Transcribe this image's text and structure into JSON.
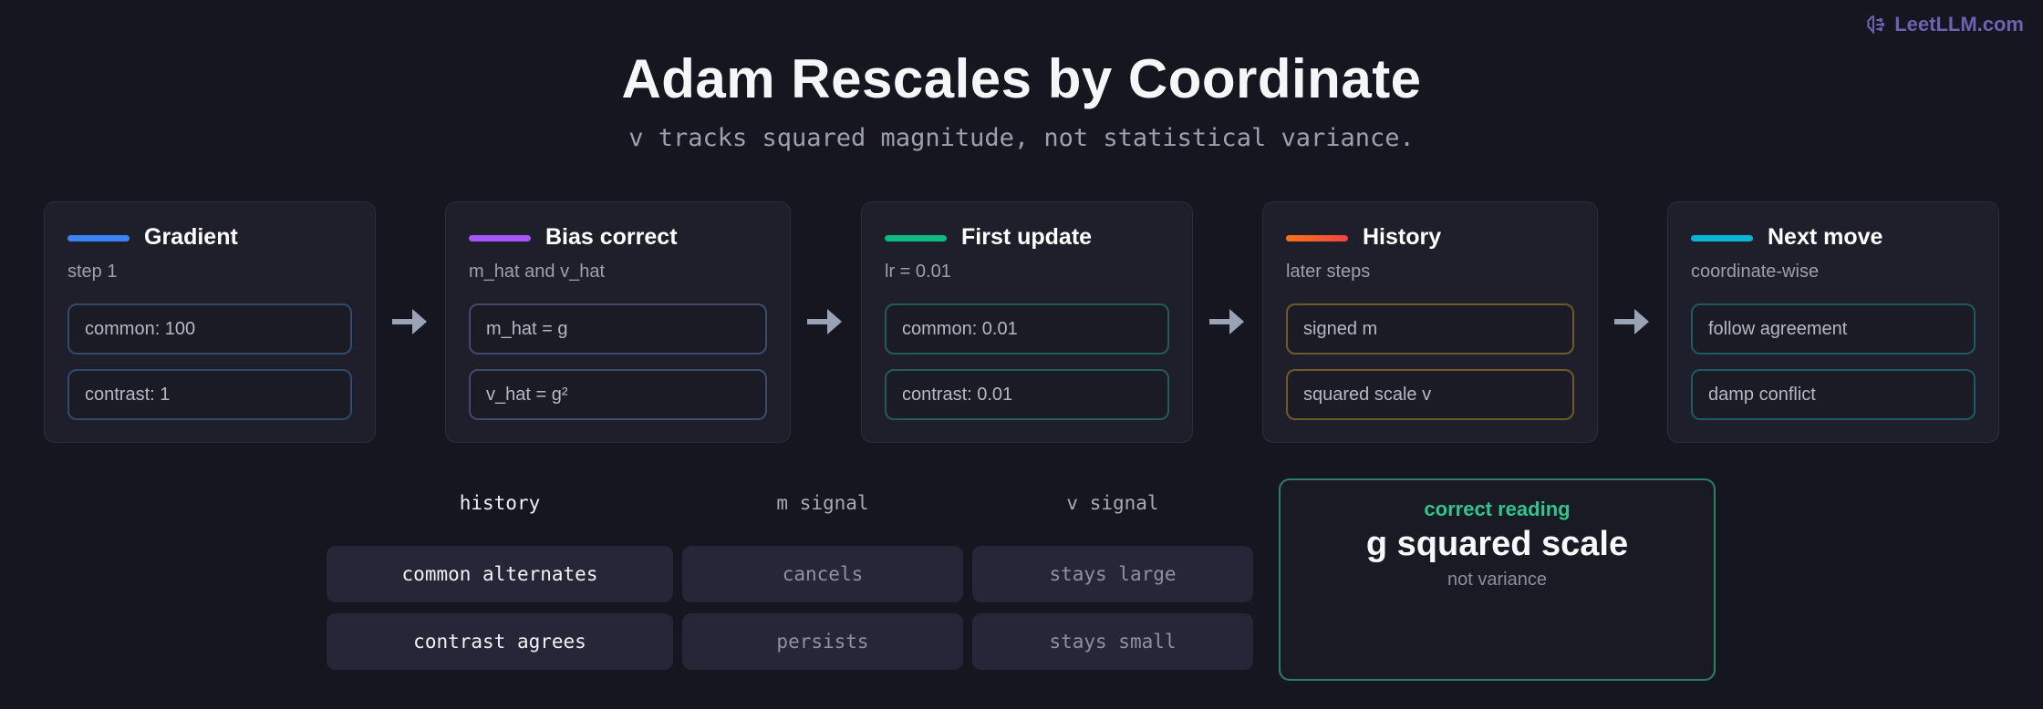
{
  "brand": {
    "text": "LeetLLM.com"
  },
  "header": {
    "title": "Adam Rescales by Coordinate",
    "subtitle": "v tracks squared magnitude, not statistical variance."
  },
  "steps": [
    {
      "title": "Gradient",
      "subtitle": "step 1",
      "color": "#3b82f6",
      "pill_border": "#2f4a6a",
      "items": [
        "common: 100",
        "contrast: 1"
      ]
    },
    {
      "title": "Bias correct",
      "subtitle": "m_hat and v_hat",
      "color": "#a855f7",
      "pill_border": "#404a6a",
      "items": [
        "m_hat = g",
        "v_hat = g²"
      ]
    },
    {
      "title": "First update",
      "subtitle": "lr = 0.01",
      "color": "#10b981",
      "pill_border": "#235c54",
      "items": [
        "common: 0.01",
        "contrast: 0.01"
      ]
    },
    {
      "title": "History",
      "subtitle": "later steps",
      "color": "#f97316",
      "pill_border": "#6b5a2a",
      "items": [
        "signed m",
        "squared scale v"
      ]
    },
    {
      "title": "Next move",
      "subtitle": "coordinate-wise",
      "color": "#06b6d4",
      "pill_border": "#1f5a5e",
      "items": [
        "follow agreement",
        "damp conflict"
      ]
    }
  ],
  "table": {
    "headers": [
      "history",
      "m signal",
      "v signal"
    ],
    "rows": [
      [
        "common alternates",
        "cancels",
        "stays large"
      ],
      [
        "contrast agrees",
        "persists",
        "stays small"
      ]
    ]
  },
  "reading": {
    "label": "correct reading",
    "value": "g squared scale",
    "note": "not variance"
  },
  "colors": {
    "background": "#161620",
    "accent_green": "#31c48d",
    "brand": "#6b62b0"
  }
}
